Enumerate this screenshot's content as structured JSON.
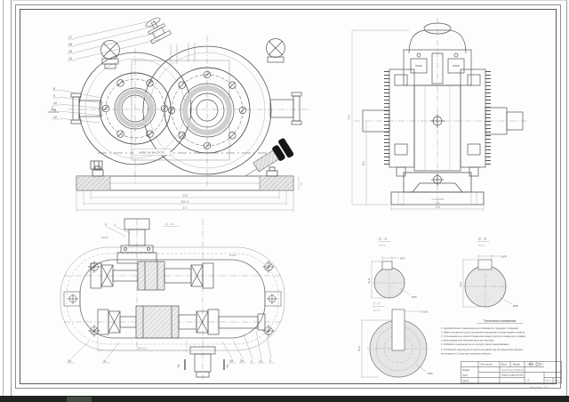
{
  "views": {
    "front": {
      "oil_label": "НИВО НА МАСЛОТО",
      "datum": "⊥",
      "callouts_top": [
        "17",
        "16",
        "15",
        "14"
      ],
      "callouts_left": [
        "8",
        "9",
        "10",
        "11",
        "12"
      ],
      "dims": [
        "225",
        "263 ±1",
        "374"
      ],
      "dim_right": "16"
    },
    "side": {
      "dim_height": "375",
      "dim_height2": "150",
      "dim_base_inner": "136",
      "dim_base": "176",
      "note": "4 отв. Ø18"
    },
    "plan": {
      "section_label": "А - А",
      "callouts_tl": [
        "2",
        "1"
      ],
      "callouts_bl": [
        "24",
        "11"
      ],
      "callouts_br": [
        "15",
        "24",
        "1",
        "12",
        "2"
      ],
      "dim_top": "Ø28к6",
      "dim_mid": "Ø45Н7",
      "dim_bottom": "260 ±0,2",
      "section_mark": "Г"
    },
    "detail_b": {
      "title": "Б - Б",
      "scale": "М 5:1",
      "key_width": "6Р9",
      "depth": "21,8",
      "dia": "Ø25"
    },
    "detail_v": {
      "title": "В - В",
      "scale": "М 5:1",
      "key_width": "10Р9",
      "depth": "33,3",
      "dia": "Ø35"
    },
    "detail_g": {
      "title": "Г - Г",
      "scale": "М 2:1",
      "key_width": "14Js9",
      "depth": "51,8",
      "dia": "Ø48"
    }
  },
  "tech_requirements": {
    "heading": "Технически изисквания",
    "lines": [
      "1. Необработените повърхнини да се обезмаслят, грундират и боядисат.",
      "2. Нивото на маслото да се контролира периодично и преди пускане в работа.",
      "3. Уплътненията на челните повърхнини между корпуса и капака да се смажат",
      "    с неизсъхваща уплътнителна паста при монтажа.",
      "4. Резбовите съединения да се осигурят срещу саморазвиване.",
      "5. Сглобеният редуктор да се изпита на празен ход при двупосочно въртене",
      "    не по-малко от 2 часа при номинални обороти."
    ]
  },
  "title_block": {
    "row1_label": "Разраб.",
    "row2_label": "Пров.",
    "row3_label": "Одобр.",
    "mass_label": "Маса",
    "scale_label": "Мащаб",
    "scale": "1:2",
    "doc_no": "Общ чертеж",
    "doc_title": "Общ изглед на Редуктор",
    "product": "Редуктор двустепенен",
    "sheet": "Лист 1",
    "sheets": "Листа 2"
  },
  "misc": {
    "format": "Формат А1"
  }
}
